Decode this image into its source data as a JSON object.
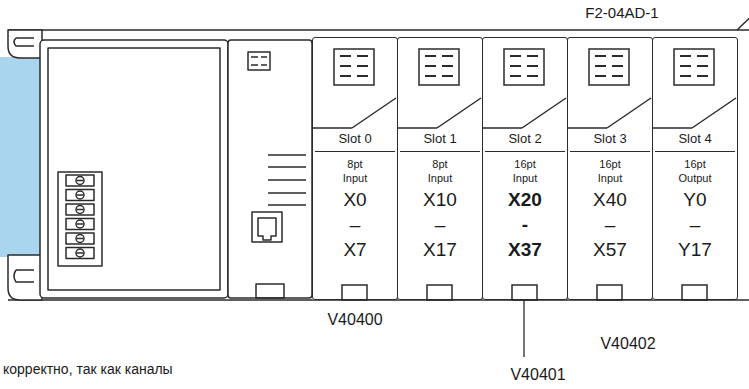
{
  "diagram": {
    "nodes": [
      {
        "text": [
          "Slot 0",
          "8pt Input",
          "X0 – X7"
        ]
      },
      {
        "text": [
          "Slot 1",
          "8pt Input",
          "X10 – X17"
        ]
      },
      {
        "text": [
          "Slot 2",
          "16pt Input",
          "X20 - X37"
        ]
      },
      {
        "text": [
          "Slot 3",
          "16pt Input",
          "X40 – X57"
        ]
      },
      {
        "text": [
          "Slot 4",
          "16pt Output",
          "Y0 – Y17"
        ]
      }
    ],
    "labels": [
      "F2-04AD-1",
      "V40400",
      "V40401",
      "V40402",
      "корректно, так как каналы"
    ]
  }
}
